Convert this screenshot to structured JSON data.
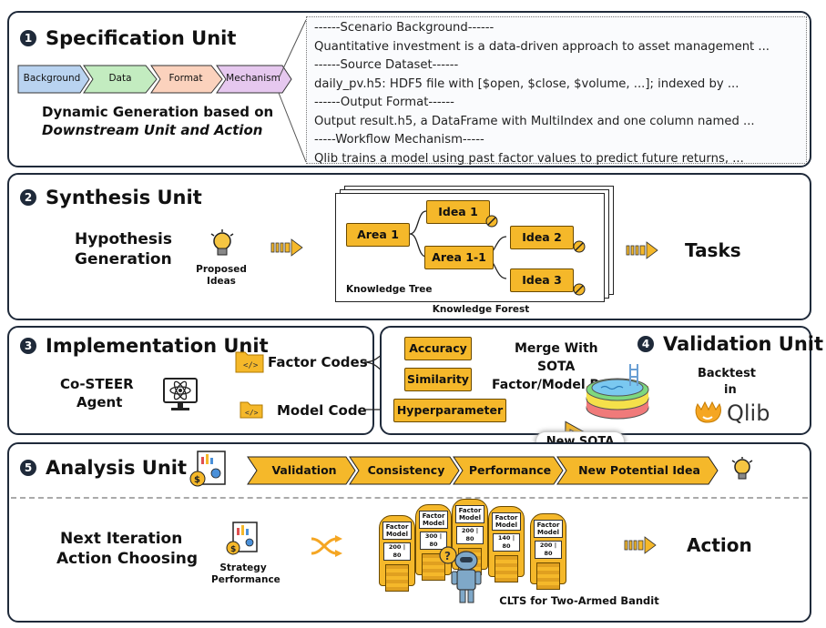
{
  "spec": {
    "title": "Specification Unit",
    "num": "1",
    "tabs": [
      "Background",
      "Data",
      "Format",
      "Mechanism"
    ],
    "dynamic_line1": "Dynamic Generation based on",
    "dynamic_line2": "Downstream Unit and Action",
    "lines": [
      "------Scenario Background------",
      "Quantitative investment is a data-driven approach to asset management ...",
      "------Source Dataset------",
      "daily_pv.h5: HDF5 file with [$open, $close, $volume, ...]; indexed by ...",
      "------Output Format------",
      "Output result.h5, a DataFrame with MultiIndex and one column named ...",
      "-----Workflow Mechanism-----",
      "Qlib trains a model using past factor values to predict future returns, ..."
    ]
  },
  "synthesis": {
    "title": "Synthesis Unit",
    "num": "2",
    "hyp1": "Hypothesis",
    "hyp2": "Generation",
    "proposed1": "Proposed",
    "proposed2": "Ideas",
    "area1": "Area 1",
    "area11": "Area 1-1",
    "idea1": "Idea 1",
    "idea2": "Idea 2",
    "idea3": "Idea 3",
    "tree": "Knowledge Tree",
    "forest": "Knowledge Forest",
    "tasks": "Tasks"
  },
  "implementation": {
    "title": "Implementation Unit",
    "num": "3",
    "agent1": "Co-STEER",
    "agent2": "Agent",
    "factor_codes": "Factor Codes",
    "model_code": "Model Code"
  },
  "validation": {
    "title": "Validation Unit",
    "num": "4",
    "accuracy": "Accuracy",
    "similarity": "Similarity",
    "hyperparameter": "Hyperparameter",
    "merge1": "Merge With",
    "merge2": "SOTA",
    "merge3": "Factor/Model Pool",
    "backtest1": "Backtest",
    "backtest2": "in",
    "qlib": "Qlib",
    "new_sota": "New SOTA"
  },
  "analysis": {
    "title": "Analysis Unit",
    "num": "5",
    "steps": [
      "Validation",
      "Consistency",
      "Performance",
      "New Potential Idea"
    ],
    "next1": "Next Iteration",
    "next2": "Action Choosing",
    "strategy1": "Strategy",
    "strategy2": "Performance",
    "action": "Action",
    "clts": "CLTS for Two-Armed Bandit",
    "machine_label1": "Factor",
    "machine_label2": "Model",
    "machines": [
      {
        "a": "200",
        "b": "80"
      },
      {
        "a": "300",
        "b": "80"
      },
      {
        "a": "200",
        "b": "80"
      },
      {
        "a": "140",
        "b": "80"
      },
      {
        "a": "200",
        "b": "80"
      }
    ]
  },
  "colors": {
    "tab_background": "#b9d3f0",
    "tab_data": "#c3ecc0",
    "tab_format": "#fbd2bd",
    "tab_mechanism": "#e6c8ef",
    "node_fill": "#f5b82a",
    "chevron_fill": "#f5b82a",
    "dark": "#1f2a3a"
  },
  "icons": [
    "lightbulb-icon",
    "folder-code-icon",
    "monitor-atom-icon",
    "pool-icon",
    "qlib-logo-icon",
    "report-money-icon",
    "shuffle-icon",
    "robot-icon",
    "slot-machine-icon",
    "striped-arrow-icon"
  ]
}
